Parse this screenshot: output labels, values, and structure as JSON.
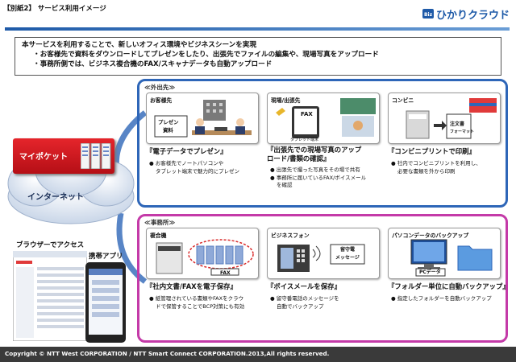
{
  "header": {
    "label": "【別紙2】 サービス利用イメージ",
    "logo_prefix": "Biz",
    "logo_text": "ひかりクラウド"
  },
  "intro": {
    "line1": "本サービスを利用することで、新しいオフィス環境やビジネスシーンを実現",
    "line2": "・お客様先で資料をダウンロードしてプレゼンをしたり、出張先でファイルの編集や、現場写真をアップロード",
    "line3": "・事務所側では、ビジネス複合機のFAX/スキャナデータも自動アップロード"
  },
  "cloud": {
    "pocket_label": "マイポケット",
    "internet_label": "インターネット"
  },
  "left": {
    "browser_label": "ブラウザーでアクセス",
    "mobile_label": "携帯アプリ"
  },
  "outside": {
    "title": "≪外出先≫",
    "cards": [
      {
        "label": "お客様先",
        "sign_line1": "プレゼン",
        "sign_line2": "資料",
        "title_line1": "『電子データでプレゼン』",
        "desc_line1": "● お客様先でノートパソコンや",
        "desc_line2": "タブレット端末で魅力的にプレゼン"
      },
      {
        "label": "現場/出張先",
        "fax_label": "FAX",
        "tablet_label": "タブレット端末",
        "title_line1": "『出張先での現場写真のアップ",
        "title_line2": "ロード/書類の確認』",
        "desc_line1": "● 出張先で撮った写真をその場で共有",
        "desc_line2": "● 事務所に届いているFAX/ボイスメール",
        "desc_line3": "を確認"
      },
      {
        "label": "コンビニ",
        "doc_line1": "注文書",
        "doc_line2": "フォーマット",
        "title_line1": "『コンビニプリントで印刷』",
        "desc_line1": "● 社内でコンビニプリントを利用し、",
        "desc_line2": "必要な書類を外から印刷"
      }
    ]
  },
  "office": {
    "title": "≪事務所≫",
    "cards": [
      {
        "label": "複合機",
        "fax_label": "FAX",
        "title_line1": "『社内文書/FAXを電子保存』",
        "desc_line1": "● 紙管理されている書類やFAXをクラウ",
        "desc_line2": "ドで保管することでBCP対策にも有効"
      },
      {
        "label": "ビジネスフォン",
        "voice_line1": "留守電",
        "voice_line2": "メッセージ",
        "title_line1": "『ボイスメールを保存』",
        "desc_line1": "● 留守番電話のメッセージを",
        "desc_line2": "自動でバックアップ"
      },
      {
        "label": "パソコンデータのバックアップ",
        "pc_label": "PCデータ",
        "title_line1": "『フォルダー単位に自動バックアップ』",
        "desc_line1": "● 指定したフォルダーを自動バックアップ"
      }
    ]
  },
  "footer": {
    "text": "Copyright © NTT West CORPORATION / NTT Smart Connect CORPORATION.2013,All rights reserved."
  },
  "colors": {
    "outside_border": "#2e66b8",
    "office_border": "#c43aa8",
    "pocket_red": "#d91a22",
    "footer_bg": "#3a3a3a"
  }
}
